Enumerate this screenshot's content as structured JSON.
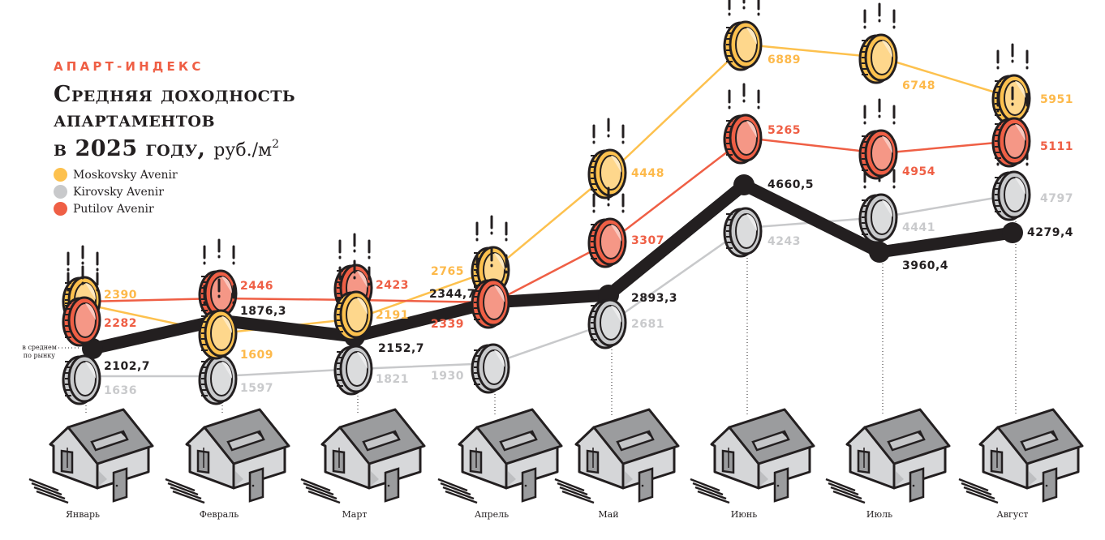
{
  "header": {
    "kicker": "АПАРТ-ИНДЕКС",
    "title_line1": "Средняя доходность",
    "title_line2": "апартаментов",
    "title_line3": "в 2025 году,",
    "unit": "руб./м",
    "unit_sup": "2"
  },
  "legend": [
    {
      "label": "Moskovsky Avenir",
      "color": "#FDC14E"
    },
    {
      "label": "Kirovsky Avenir",
      "color": "#C8C9CB"
    },
    {
      "label": "Putilov Avenir",
      "color": "#EF5F45"
    }
  ],
  "avg_note": [
    "в среднем",
    "по рынку"
  ],
  "colors": {
    "yellow": "#FDC14E",
    "gray": "#C8C9CB",
    "red": "#EF5F45",
    "yellow_text": "#FDB94A",
    "gray_text": "#C9CACC",
    "red_text": "#EF5F45",
    "dark": "#231F20"
  },
  "chart_data": {
    "type": "line",
    "title": "Средняя доходность апартаментов в 2025 году, руб./м2",
    "xlabel": "",
    "ylabel": "руб./м2",
    "categories": [
      "Январь",
      "Февраль",
      "Март",
      "Апрель",
      "Май",
      "Июнь",
      "Июль",
      "Август"
    ],
    "series": [
      {
        "name": "Moskovsky Avenir",
        "color_key": "yellow",
        "values": [
          2390,
          1609,
          2191,
          2765,
          4448,
          6889,
          6748,
          5951
        ],
        "labels": [
          "2390",
          "1609",
          "2191",
          "2765",
          "4448",
          "6889",
          "6748",
          "5951"
        ]
      },
      {
        "name": "Kirovsky Avenir",
        "color_key": "gray",
        "values": [
          1636,
          1597,
          1821,
          1930,
          2681,
          4243,
          4441,
          4797
        ],
        "labels": [
          "1636",
          "1597",
          "1821",
          "1930",
          "2681",
          "4243",
          "4441",
          "4797"
        ]
      },
      {
        "name": "Putilov Avenir",
        "color_key": "red",
        "values": [
          2282,
          2446,
          2423,
          2339,
          3307,
          5265,
          4954,
          5111
        ],
        "labels": [
          "2282",
          "2446",
          "2423",
          "2339",
          "3307",
          "5265",
          "4954",
          "5111"
        ]
      },
      {
        "name": "в среднем по рынку",
        "color_key": "dark",
        "values": [
          2102.7,
          1876.3,
          2152.7,
          2344.7,
          2893.3,
          4660.5,
          3960.4,
          4279.4
        ],
        "labels": [
          "2102,7",
          "1876,3",
          "2152,7",
          "2344,7",
          "2893,3",
          "4660,5",
          "3960,4",
          "4279,4"
        ]
      }
    ],
    "grid": false,
    "legend_position": "top-left"
  }
}
